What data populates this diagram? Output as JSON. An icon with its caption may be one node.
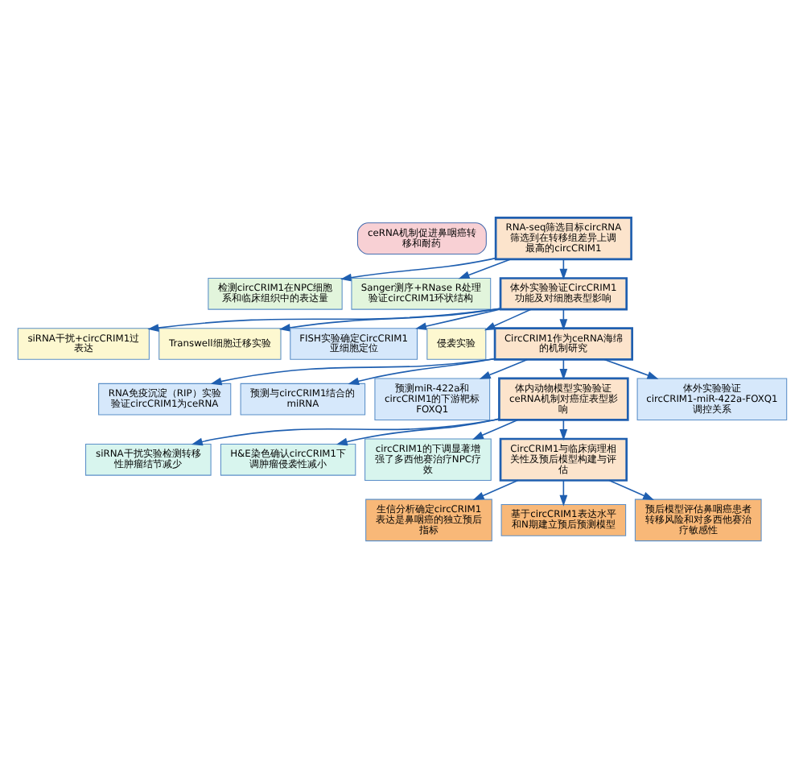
{
  "diagram": {
    "nodes": [
      {
        "text": [
          "ceRNA机制促进鼻咽癌转移和耐药"
        ]
      },
      {
        "text": [
          "检测circCRIM1在NPC细胞系和临床组织中的表达量"
        ]
      },
      {
        "text": [
          "RNA-seq筛选目标circRNA筛选到在转移组差异上调最高的circCRIM1"
        ]
      },
      {
        "text": [
          "Sanger测序+RNase R处理验证circCRIM1环状结构"
        ]
      },
      {
        "text": [
          "siRNA干扰+circCRIM1过表达"
        ]
      },
      {
        "text": [
          "Transwell细胞迁移实验"
        ]
      },
      {
        "text": [
          "体外实验验证CircCRIM1功能及对细胞表型影响"
        ]
      },
      {
        "text": [
          "FISH实验确定CircCRIM1亚细胞定位"
        ]
      },
      {
        "text": [
          "侵袭实验"
        ]
      },
      {
        "text": [
          "RNA免疫沉淀（RIP）实验验证circCRIM1为ceRNA"
        ]
      },
      {
        "text": [
          "CircCRIM1作为ceRNA海绵的机制研究"
        ]
      },
      {
        "text": [
          "预测与circCRIM1结合的miRNA"
        ]
      },
      {
        "text": [
          "siRNA干扰实验检测转移性肿瘤结节减少"
        ]
      },
      {
        "text": [
          "预测miR-422a和circCRIM1的下游靶标FOXQ1"
        ]
      },
      {
        "text": [
          "H&E染色确认circCRIM1下调肿瘤侵袭性减小"
        ]
      },
      {
        "text": [
          "体内动物模型实验验证ceRNA机制对癌症表型影响"
        ]
      },
      {
        "text": [
          "circCRIM1的下调显著增强了多西他赛治疗NPC疗效"
        ]
      },
      {
        "text": [
          "体外实验验证circCRIM1-miR-422a-FOXQ1调控关系"
        ]
      },
      {
        "text": [
          "CircCRIM1与临床病理相关性及预后模型构建与评估"
        ]
      },
      {
        "text": [
          "生信分析确定circCRIM1表达是鼻咽癌的独立预后指标"
        ]
      },
      {
        "text": [
          "基于circCRIM1表达水平和N期建立预后预测模型"
        ]
      },
      {
        "text": [
          "预后模型评估鼻咽癌患者转移风险和对多西他赛治疗敏感性"
        ]
      }
    ],
    "edges": [
      {
        "from": 2,
        "to": 1,
        "arrow": "to"
      },
      {
        "from": 2,
        "to": 3,
        "arrow": "to"
      },
      {
        "from": 2,
        "to": 6,
        "arrow": "to"
      },
      {
        "from": 6,
        "to": 4,
        "arrow": "to"
      },
      {
        "from": 6,
        "to": 5,
        "arrow": "to"
      },
      {
        "from": 6,
        "to": 8,
        "arrow": "to"
      },
      {
        "from": 6,
        "to": 7,
        "arrow": "to"
      },
      {
        "from": 6,
        "to": 10,
        "arrow": "to"
      },
      {
        "from": 10,
        "to": 9,
        "arrow": "to"
      },
      {
        "from": 10,
        "to": 11,
        "arrow": "to"
      },
      {
        "from": 10,
        "to": 13,
        "arrow": "to"
      },
      {
        "from": 10,
        "to": 17,
        "arrow": "to"
      },
      {
        "from": 10,
        "to": 15,
        "arrow": "to"
      },
      {
        "from": 15,
        "to": 12,
        "arrow": "to"
      },
      {
        "from": 15,
        "to": 14,
        "arrow": "to"
      },
      {
        "from": 15,
        "to": 16,
        "arrow": "to"
      },
      {
        "from": 15,
        "to": 18,
        "arrow": "to"
      },
      {
        "from": 18,
        "to": 19,
        "arrow": "to"
      },
      {
        "from": 18,
        "to": 20,
        "arrow": "to"
      },
      {
        "from": 18,
        "to": 21,
        "arrow": "to"
      }
    ]
  }
}
